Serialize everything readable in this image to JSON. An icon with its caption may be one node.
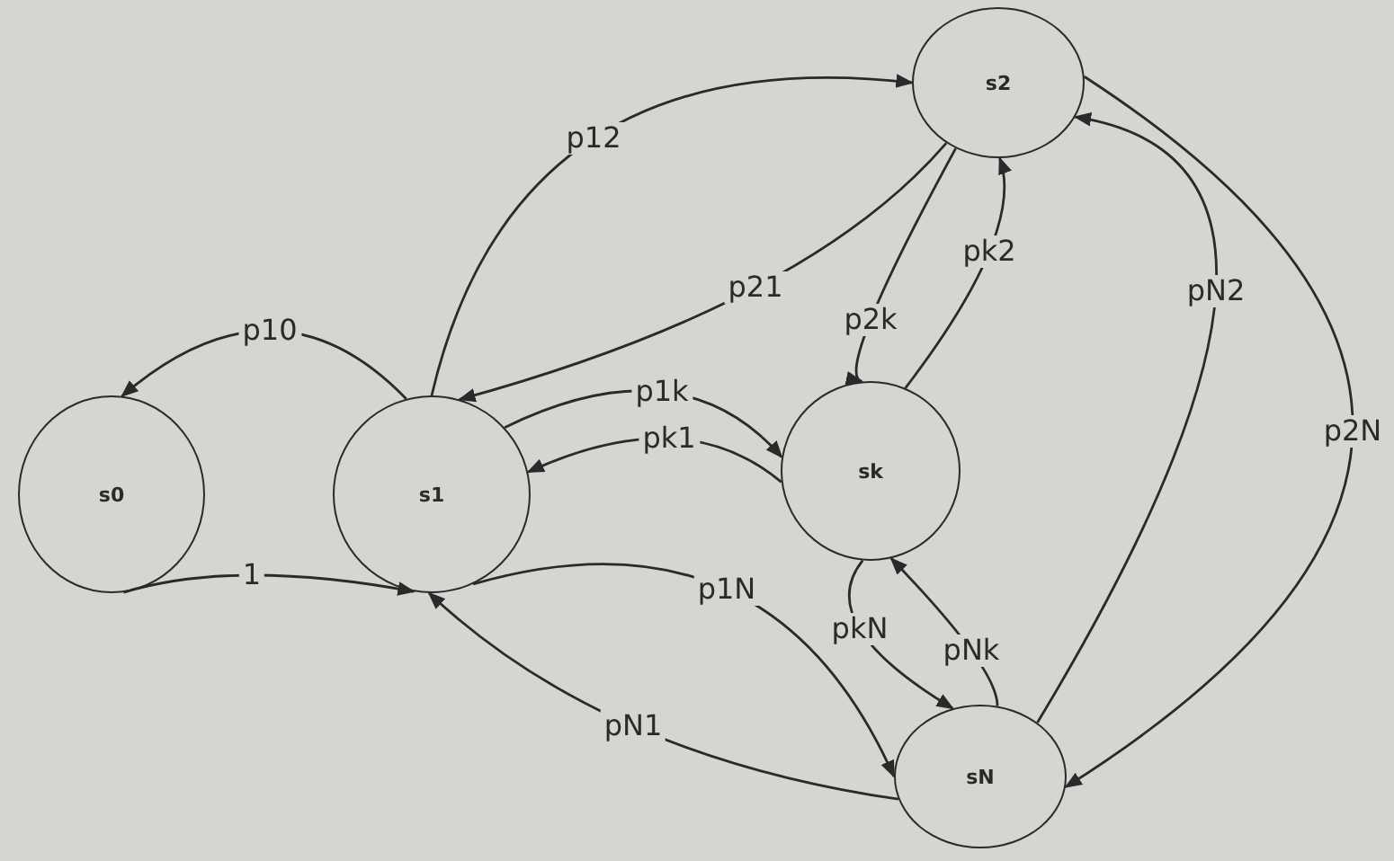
{
  "diagram": {
    "nodes": [
      {
        "text": [
          "s0"
        ]
      },
      {
        "text": [
          "s1"
        ]
      },
      {
        "text": [
          "s2"
        ]
      },
      {
        "text": [
          "sk"
        ]
      },
      {
        "text": [
          "sN"
        ]
      }
    ],
    "edges": [
      {
        "from": 1,
        "to": 0,
        "arrow": "to",
        "label": "p10"
      },
      {
        "from": 0,
        "to": 1,
        "arrow": "to",
        "label": "1"
      },
      {
        "from": 1,
        "to": 2,
        "arrow": "to",
        "label": "p12"
      },
      {
        "from": 2,
        "to": 1,
        "arrow": "to",
        "label": "p21"
      },
      {
        "from": 1,
        "to": 3,
        "arrow": "to",
        "label": "p1k"
      },
      {
        "from": 3,
        "to": 1,
        "arrow": "to",
        "label": "pk1"
      },
      {
        "from": 2,
        "to": 3,
        "arrow": "to",
        "label": "p2k"
      },
      {
        "from": 3,
        "to": 2,
        "arrow": "to",
        "label": "pk2"
      },
      {
        "from": 4,
        "to": 2,
        "arrow": "to",
        "label": "pN2"
      },
      {
        "from": 2,
        "to": 4,
        "arrow": "to",
        "label": "p2N"
      },
      {
        "from": 1,
        "to": 4,
        "arrow": "to",
        "label": "p1N"
      },
      {
        "from": 4,
        "to": 1,
        "arrow": "to",
        "label": "pN1"
      },
      {
        "from": 3,
        "to": 4,
        "arrow": "to",
        "label": "pkN"
      },
      {
        "from": 4,
        "to": 3,
        "arrow": "to",
        "label": "pNk"
      }
    ]
  }
}
